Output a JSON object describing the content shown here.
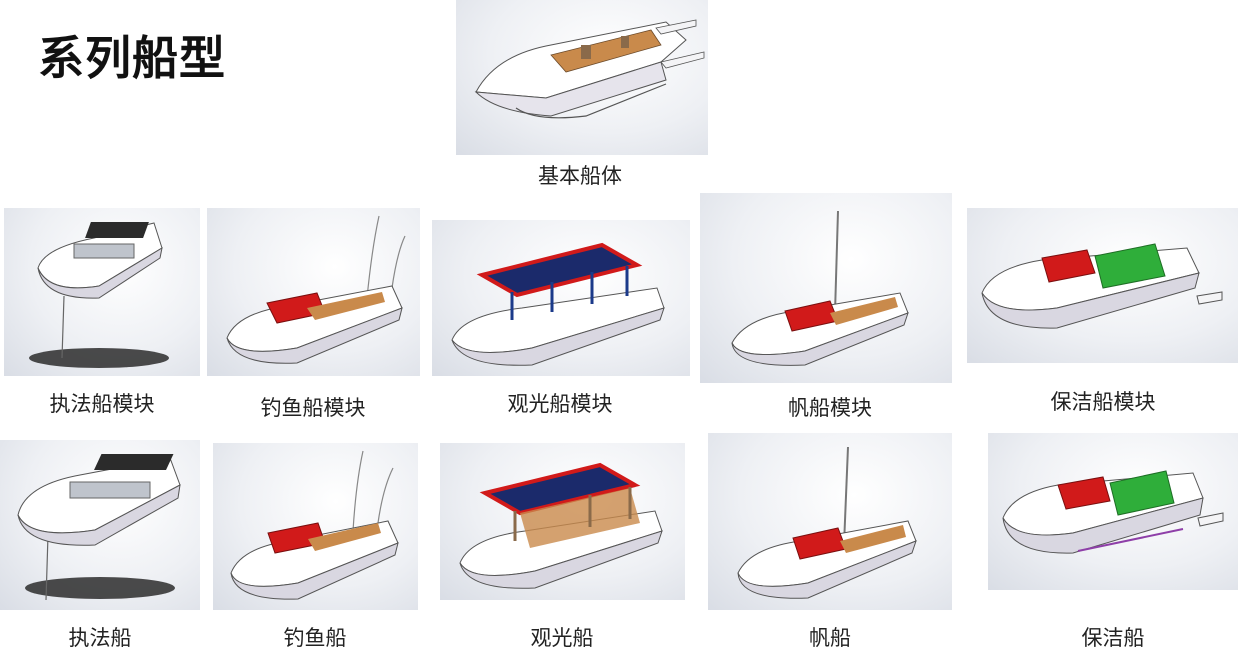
{
  "page": {
    "title": "系列船型"
  },
  "base": {
    "label": "基本船体"
  },
  "modules": [
    {
      "label": "执法船模块",
      "kind": "police"
    },
    {
      "label": "钓鱼船模块",
      "kind": "fishing"
    },
    {
      "label": "观光船模块",
      "kind": "tour"
    },
    {
      "label": "帆船模块",
      "kind": "sail"
    },
    {
      "label": "保洁船模块",
      "kind": "clean"
    }
  ],
  "boats": [
    {
      "label": "执法船",
      "kind": "police"
    },
    {
      "label": "钓鱼船",
      "kind": "fishing"
    },
    {
      "label": "观光船",
      "kind": "tour"
    },
    {
      "label": "帆船",
      "kind": "sail"
    },
    {
      "label": "保洁船",
      "kind": "clean"
    }
  ],
  "colors": {
    "roof_red": "#d11a1a",
    "cargo_green": "#2fae3a",
    "solar_blue": "#1b2a6b",
    "deck_wood": "#c98a4b",
    "hull": "#e6e4ec"
  }
}
